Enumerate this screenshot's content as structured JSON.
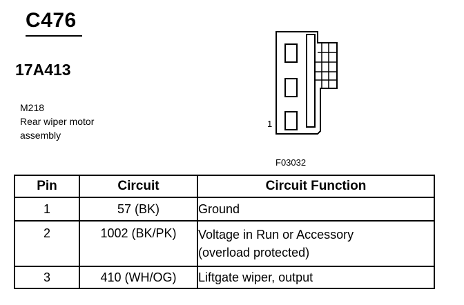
{
  "connector": {
    "id": "C476",
    "part_number": "17A413",
    "component_code": "M218",
    "component_name_line1": "Rear wiper motor",
    "component_name_line2": "assembly",
    "pin_one_label": "1",
    "figure_id": "F03032"
  },
  "table": {
    "headers": [
      "Pin",
      "Circuit",
      "Circuit Function"
    ],
    "rows": [
      {
        "pin": "1",
        "circuit": "57 (BK)",
        "function_line1": "Ground",
        "function_line2": ""
      },
      {
        "pin": "2",
        "circuit": "1002 (BK/PK)",
        "function_line1": "Voltage in Run or Accessory",
        "function_line2": "(overload protected)"
      },
      {
        "pin": "3",
        "circuit": "410 (WH/OG)",
        "function_line1": "Liftgate wiper, output",
        "function_line2": ""
      }
    ]
  }
}
